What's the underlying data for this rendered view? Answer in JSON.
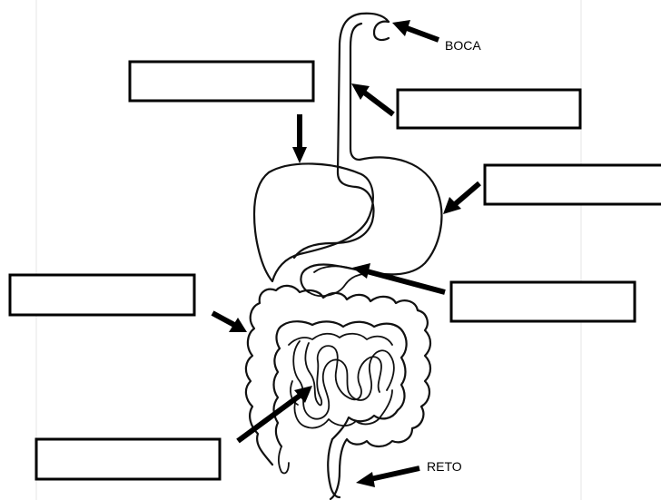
{
  "labels": {
    "mouth": "BOCA",
    "rectum": "RETO"
  },
  "answer_boxes": [
    {
      "id": "box-top-left",
      "text": ""
    },
    {
      "id": "box-esophagus",
      "text": ""
    },
    {
      "id": "box-stomach",
      "text": ""
    },
    {
      "id": "box-large-intestine",
      "text": ""
    },
    {
      "id": "box-pancreas",
      "text": ""
    },
    {
      "id": "box-small-intestine",
      "text": ""
    }
  ],
  "colors": {
    "line": "#000000",
    "background": "#ffffff"
  }
}
